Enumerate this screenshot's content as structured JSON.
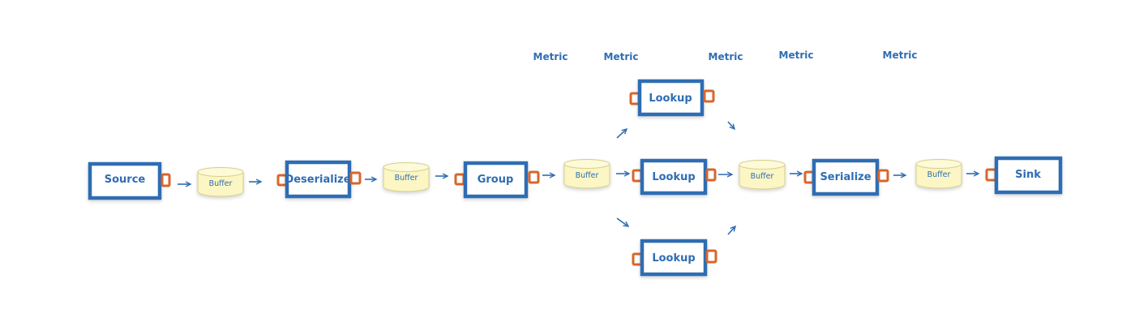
{
  "nodes": {
    "source": "Source",
    "deserialize": "Deserialize",
    "group": "Group",
    "lookup_top": "Lookup",
    "lookup_mid": "Lookup",
    "lookup_bottom": "Lookup",
    "serialize": "Serialize",
    "sink": "Sink"
  },
  "buffers": [
    "Buffer",
    "Buffer",
    "Buffer",
    "Buffer",
    "Buffer"
  ],
  "metrics": [
    {
      "label": "Metric",
      "color": "#8cbd5a"
    },
    {
      "label": "Metric",
      "color": "#f1df7a"
    },
    {
      "label": "Metric",
      "color": "#a9cdef"
    },
    {
      "label": "Metric",
      "color": "#f0a95a"
    },
    {
      "label": "Metric",
      "color": "#b2221a"
    }
  ],
  "colors": {
    "box_stroke": "#2f6db3",
    "port": "#d9652b",
    "buffer_fill": "#fbf6c4",
    "text": "#2f6db3"
  }
}
